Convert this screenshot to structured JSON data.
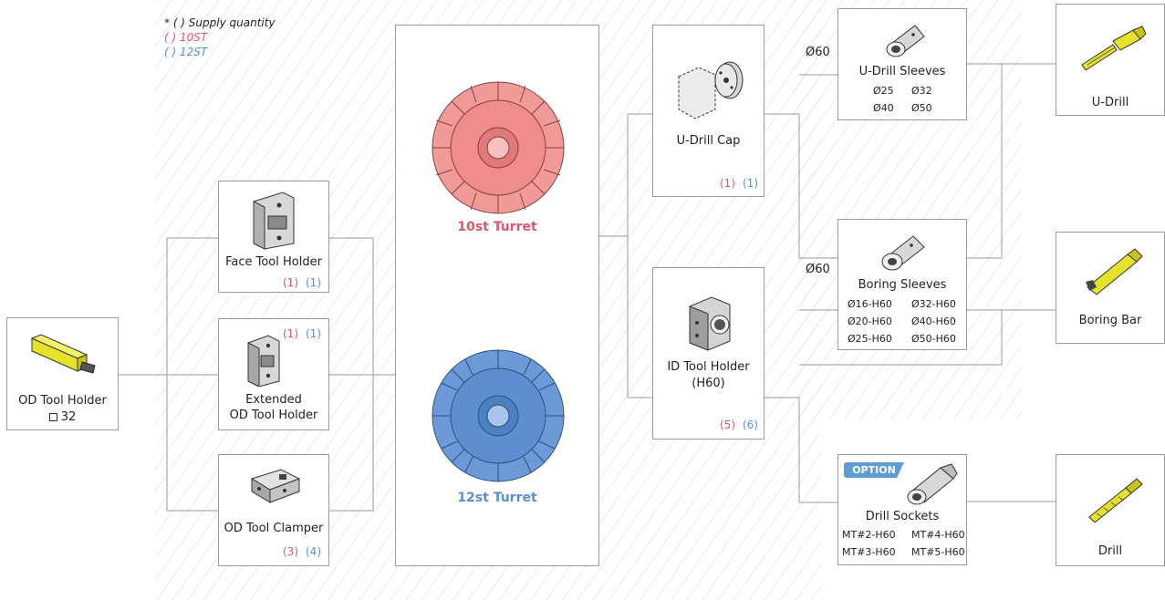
{
  "legend": {
    "title": "* ( ) Supply quantity",
    "red": "( ) 10ST",
    "blue": "( ) 12ST"
  },
  "colors": {
    "red": "#e0566e",
    "blue": "#5b8fcf",
    "line": "#9a9a9a",
    "hatch": "#c9d7ea",
    "option": "#5f9bd6"
  },
  "od_holder": {
    "label": "OD Tool Holder",
    "size": "32",
    "icon": "od-tool-holder-icon"
  },
  "face_holder": {
    "label": "Face Tool Holder",
    "qty_10": "(1)",
    "qty_12": "(1)",
    "icon": "face-tool-holder-icon"
  },
  "ext_holder": {
    "label1": "Extended",
    "label2": "OD Tool Holder",
    "qty_10": "(1)",
    "qty_12": "(1)",
    "icon": "extended-holder-icon"
  },
  "od_clamper": {
    "label": "OD Tool Clamper",
    "qty_10": "(3)",
    "qty_12": "(4)",
    "icon": "od-clamper-icon"
  },
  "turret": {
    "label_10": "10st Turret",
    "label_12": "12st Turret"
  },
  "udrill_cap": {
    "label": "U-Drill Cap",
    "qty_10": "(1)",
    "qty_12": "(1)",
    "icon": "u-drill-cap-icon"
  },
  "id_holder": {
    "label1": "ID Tool Holder",
    "label2": "(H60)",
    "qty_10": "(5)",
    "qty_12": "(6)",
    "icon": "id-tool-holder-icon"
  },
  "phi": {
    "top": "Ø60",
    "mid": "Ø60"
  },
  "udrill_sleeves": {
    "label": "U-Drill Sleeves",
    "sizes": [
      "Ø25",
      "Ø32",
      "Ø40",
      "Ø50"
    ],
    "icon": "sleeve-icon"
  },
  "boring_sleeves": {
    "label": "Boring Sleeves",
    "sizes": [
      "Ø16-H60",
      "Ø32-H60",
      "Ø20-H60",
      "Ø40-H60",
      "Ø25-H60",
      "Ø50-H60"
    ],
    "icon": "sleeve-icon"
  },
  "drill_sockets": {
    "option": "OPTION",
    "label": "Drill Sockets",
    "sizes": [
      "MT#2-H60",
      "MT#4-H60",
      "MT#3-H60",
      "MT#5-H60"
    ],
    "icon": "drill-socket-icon"
  },
  "udrill": {
    "label": "U-Drill",
    "icon": "u-drill-icon"
  },
  "boring_bar": {
    "label": "Boring Bar",
    "icon": "boring-bar-icon"
  },
  "drill": {
    "label": "Drill",
    "icon": "drill-icon"
  }
}
